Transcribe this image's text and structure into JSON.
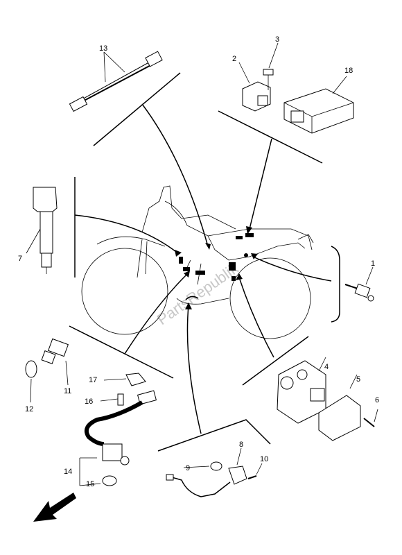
{
  "watermark": "PartsRepublik",
  "callouts": [
    "1",
    "2",
    "3",
    "4",
    "5",
    "6",
    "7",
    "8",
    "9",
    "10",
    "11",
    "12",
    "13",
    "14",
    "15",
    "16",
    "17",
    "18"
  ]
}
